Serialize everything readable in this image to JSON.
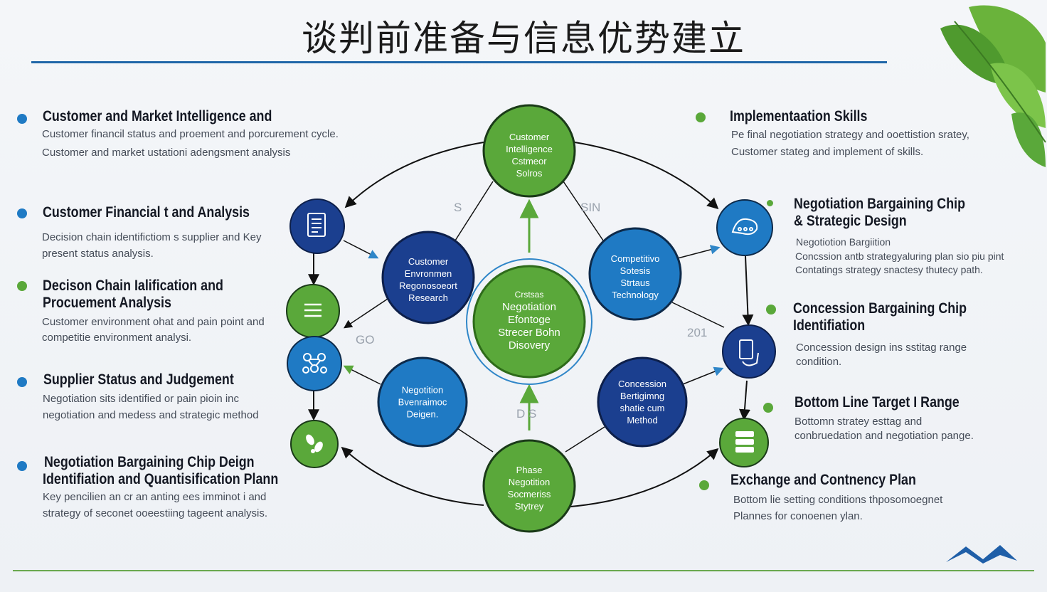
{
  "title": "谈判前准备与信息优势建立",
  "left_items": [
    {
      "heading": "Customer and Market Intelligence and",
      "lines": [
        "Customer financil status and proement and porcurement cycle.",
        "Customer and market ustationi adengsment analysis"
      ],
      "dot": "blue"
    },
    {
      "heading": "Customer Financial t and Analysis",
      "lines": [
        "Decision chain identifictiom s supplier and Key",
        "present status analysis."
      ],
      "dot": "blue"
    },
    {
      "heading": "Decison Chain Ialification and",
      "heading2": "Procuement Analysis",
      "lines": [
        "Customer environment ohat and pain point and",
        "competitie environment analysi."
      ],
      "dot": "green"
    },
    {
      "heading": "Supplier Status and Judgement",
      "lines": [
        "Negotiation sits identified or pain pioin inc",
        "negotiation and medess and strategic method"
      ],
      "dot": "blue"
    },
    {
      "heading": "Negotiation Bargaining Chip Deign",
      "heading2": "Identifiation and Quantisification Plann",
      "lines": [
        "Key pencilien an cr an anting ees imminot i and",
        "strategy of seconet ooeestiing tageent analysis."
      ],
      "dot": "blue"
    }
  ],
  "right_items": [
    {
      "heading": "Implementaation Skills",
      "lines": [
        "Pe final negotiation strategy and ooettistion sratey,",
        "Customer stateg and implement of skills."
      ],
      "dot": "green"
    },
    {
      "heading": "Negotiation Bargaining Chip",
      "heading2": "& Strategic Design",
      "lines": [
        "Negotiotion Bargiition",
        "Concssion antb strategyaluring plan sio piu pint",
        "Contatings strategy snactesy thutecy path."
      ],
      "dot": "green"
    },
    {
      "heading": "Concession Bargaining Chip",
      "heading2": "Identifiation",
      "lines": [
        "Concession design ins sstitag range",
        "condition."
      ],
      "dot": "green"
    },
    {
      "heading": "Bottom Line Target I Range",
      "lines": [
        "Bottomn stratey esttag and",
        "conbruedation and negotiation pange."
      ],
      "dot": "green"
    },
    {
      "heading": "Exchange and Contnency Plan",
      "lines": [
        "Bottom lie setting conditions thposomoegnet",
        "Plannes for conoenen ylan."
      ],
      "dot": "green"
    }
  ],
  "nodes": {
    "top": [
      "Customer",
      "Intelligence",
      "Cstmeor",
      "Solros"
    ],
    "left_upper": [
      "Customer",
      "Envronmen",
      "Regonosoeort",
      "Research"
    ],
    "right_upper": [
      "Competitivo",
      "Sotesis",
      "Strtaus",
      "Technology"
    ],
    "center": [
      "Crstsas",
      "Negotiation",
      "Efontoge",
      "Strecer Bohn",
      "Disovery"
    ],
    "left_lower": [
      "Negotition",
      "Bvenraimoc",
      "Deigen."
    ],
    "right_lower": [
      "Concession",
      "Bertigimng",
      "shatie cum",
      "Method"
    ],
    "bottom": [
      "Phase",
      "Negotition",
      "Socmeriss",
      "Stytrey"
    ]
  },
  "faint_labels": [
    "S",
    "SIN",
    "GO",
    "201",
    "D S"
  ],
  "colors": {
    "green": "#5aa83a",
    "blue": "#1f7ac4",
    "navy": "#1b3f8f",
    "rule": "#1f66a8"
  },
  "icons": [
    "document-icon",
    "list-icon",
    "network-icon",
    "leaf-icon",
    "chat-icon",
    "tablet-hand-icon",
    "boxes-icon"
  ]
}
